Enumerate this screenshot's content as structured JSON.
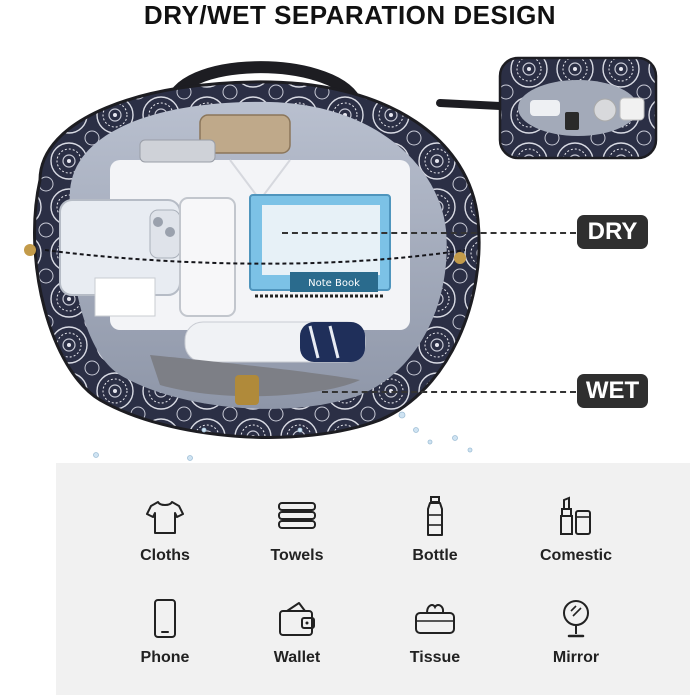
{
  "header": {
    "title": "DRY/WET SEPARATION DESIGN"
  },
  "callouts": {
    "dry": "DRY",
    "wet": "WET"
  },
  "bag_product": {
    "notebook_label": "Note Book"
  },
  "items": [
    {
      "label": "Cloths",
      "icon": "tshirt-icon"
    },
    {
      "label": "Towels",
      "icon": "towels-icon"
    },
    {
      "label": "Bottle",
      "icon": "bottle-icon"
    },
    {
      "label": "Comestic",
      "icon": "cosmetic-icon"
    },
    {
      "label": "Phone",
      "icon": "phone-icon"
    },
    {
      "label": "Wallet",
      "icon": "wallet-icon"
    },
    {
      "label": "Tissue",
      "icon": "tissue-icon"
    },
    {
      "label": "Mirror",
      "icon": "mirror-icon"
    }
  ],
  "colors": {
    "badge": "#2f2f2f",
    "panel": "#f1f1f1",
    "pattern": "#2b2f45"
  }
}
